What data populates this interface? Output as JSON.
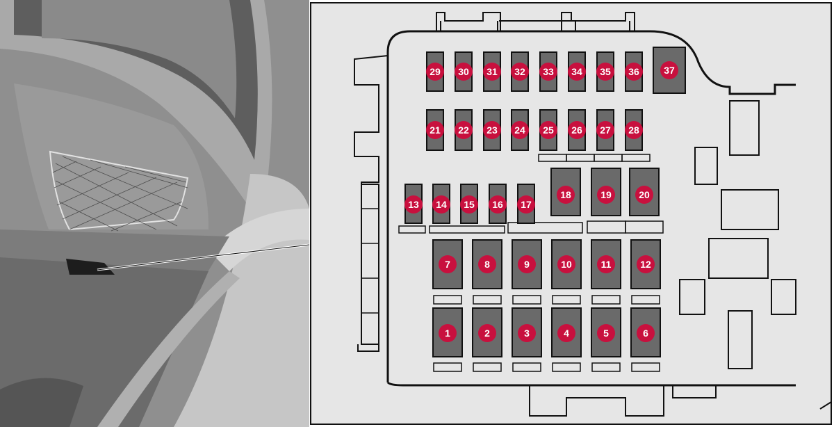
{
  "colors": {
    "trunk_light": "#b4b4b4",
    "trunk_mid": "#8d8d8d",
    "trunk_dark": "#4f4f4f",
    "panel_bg": "#e6e6e6",
    "fuse_fill": "#6a6a6a",
    "badge": "#c8103e",
    "badge_text": "#ffffff",
    "outline": "#111111"
  },
  "fuses": [
    {
      "label": "1",
      "kind": "large"
    },
    {
      "label": "2",
      "kind": "large"
    },
    {
      "label": "3",
      "kind": "large"
    },
    {
      "label": "4",
      "kind": "large"
    },
    {
      "label": "5",
      "kind": "large"
    },
    {
      "label": "6",
      "kind": "large"
    },
    {
      "label": "7",
      "kind": "large"
    },
    {
      "label": "8",
      "kind": "large"
    },
    {
      "label": "9",
      "kind": "large"
    },
    {
      "label": "10",
      "kind": "large"
    },
    {
      "label": "11",
      "kind": "large"
    },
    {
      "label": "12",
      "kind": "large"
    },
    {
      "label": "13",
      "kind": "mini"
    },
    {
      "label": "14",
      "kind": "mini"
    },
    {
      "label": "15",
      "kind": "mini"
    },
    {
      "label": "16",
      "kind": "mini"
    },
    {
      "label": "17",
      "kind": "mini"
    },
    {
      "label": "18",
      "kind": "relay"
    },
    {
      "label": "19",
      "kind": "relay"
    },
    {
      "label": "20",
      "kind": "relay"
    },
    {
      "label": "21",
      "kind": "mini"
    },
    {
      "label": "22",
      "kind": "mini"
    },
    {
      "label": "23",
      "kind": "mini"
    },
    {
      "label": "24",
      "kind": "mini"
    },
    {
      "label": "25",
      "kind": "mini"
    },
    {
      "label": "26",
      "kind": "mini"
    },
    {
      "label": "27",
      "kind": "mini"
    },
    {
      "label": "28",
      "kind": "mini"
    },
    {
      "label": "29",
      "kind": "mini"
    },
    {
      "label": "30",
      "kind": "mini"
    },
    {
      "label": "31",
      "kind": "mini"
    },
    {
      "label": "32",
      "kind": "mini"
    },
    {
      "label": "33",
      "kind": "mini"
    },
    {
      "label": "34",
      "kind": "mini"
    },
    {
      "label": "35",
      "kind": "mini"
    },
    {
      "label": "36",
      "kind": "mini"
    },
    {
      "label": "37",
      "kind": "large"
    }
  ]
}
